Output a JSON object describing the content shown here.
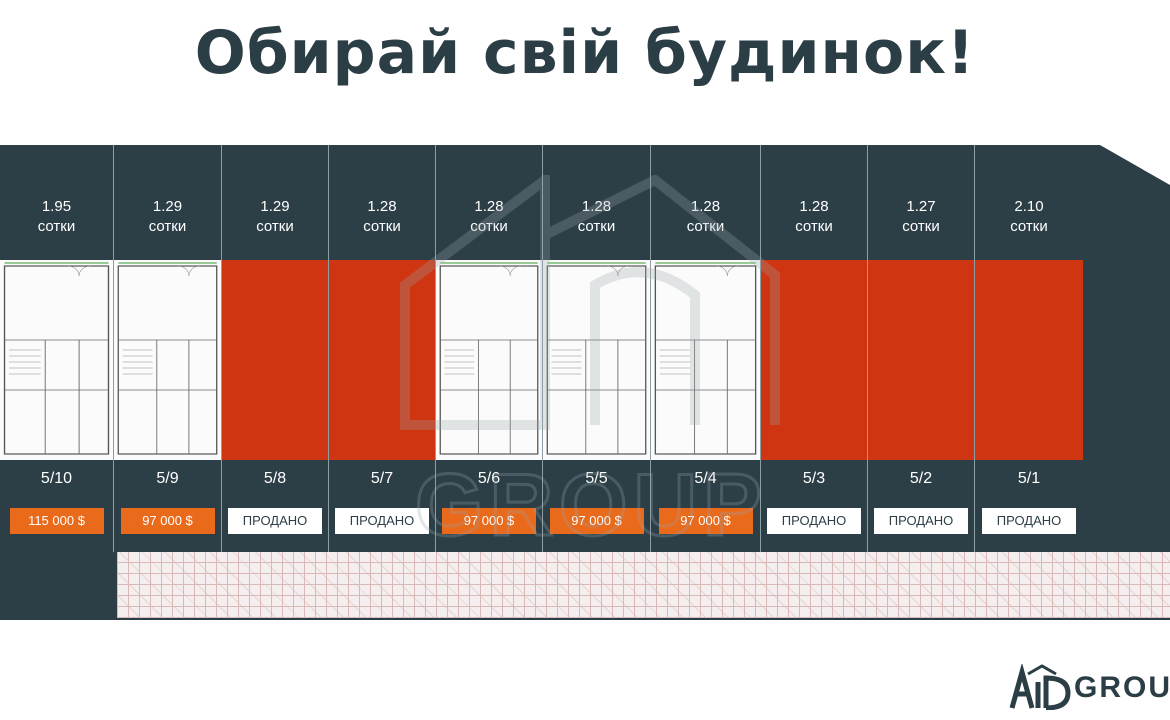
{
  "title": "Обирай свій будинок!",
  "colors": {
    "dark_band": "#2c3f47",
    "sold_plot": "#cf3510",
    "price_badge": "#ea6a1c",
    "title_text": "#2b3d45"
  },
  "lots": [
    {
      "area": "1.95",
      "unit": "сотки",
      "number": "5/10",
      "status": "115 000 $",
      "sold": false
    },
    {
      "area": "1.29",
      "unit": "сотки",
      "number": "5/9",
      "status": "97 000 $",
      "sold": false
    },
    {
      "area": "1.29",
      "unit": "сотки",
      "number": "5/8",
      "status": "ПРОДАНО",
      "sold": true
    },
    {
      "area": "1.28",
      "unit": "сотки",
      "number": "5/7",
      "status": "ПРОДАНО",
      "sold": true
    },
    {
      "area": "1.28",
      "unit": "сотки",
      "number": "5/6",
      "status": "97 000 $",
      "sold": false
    },
    {
      "area": "1.28",
      "unit": "сотки",
      "number": "5/5",
      "status": "97 000 $",
      "sold": false
    },
    {
      "area": "1.28",
      "unit": "сотки",
      "number": "5/4",
      "status": "97 000 $",
      "sold": false
    },
    {
      "area": "1.28",
      "unit": "сотки",
      "number": "5/3",
      "status": "ПРОДАНО",
      "sold": true
    },
    {
      "area": "1.27",
      "unit": "сотки",
      "number": "5/2",
      "status": "ПРОДАНО",
      "sold": true
    },
    {
      "area": "2.10",
      "unit": "сотки",
      "number": "5/1",
      "status": "ПРОДАНО",
      "sold": true
    }
  ],
  "watermark": {
    "text": "GROUP",
    "icon": "house-logo-icon"
  },
  "logo": {
    "text": "GROUP",
    "icon": "aid-logo-icon"
  }
}
